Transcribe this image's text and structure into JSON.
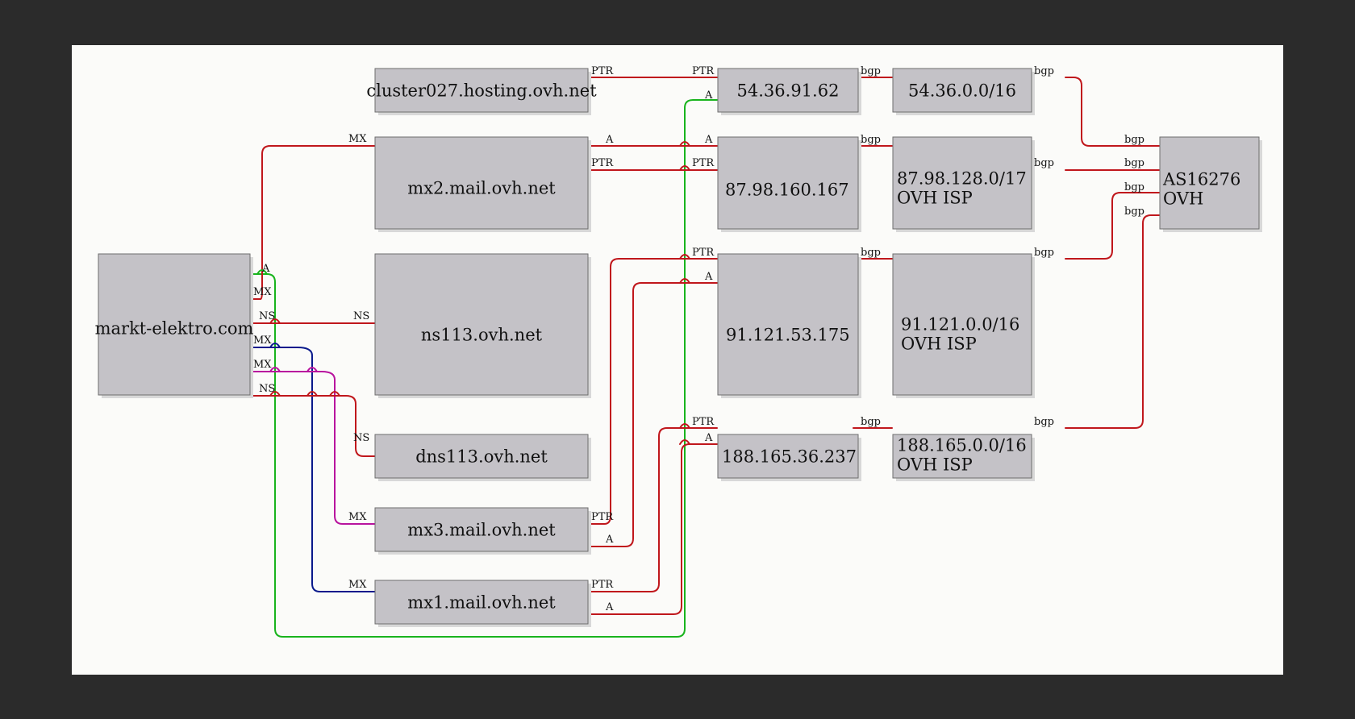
{
  "colors": {
    "background": "#2b2b2b",
    "canvas": "#fbfbf9",
    "node_fill": "#c4c2c7",
    "edge_red": "#c0171c",
    "edge_green": "#19b41d",
    "edge_blue": "#0a1a8c",
    "edge_magenta": "#b8139e"
  },
  "nodes": {
    "domain": "markt-elektro.com",
    "cluster": "cluster027.hosting.ovh.net",
    "mx2": "mx2.mail.ovh.net",
    "ns113": "ns113.ovh.net",
    "dns113": "dns113.ovh.net",
    "mx3": "mx3.mail.ovh.net",
    "mx1": "mx1.mail.ovh.net",
    "ip1": "54.36.91.62",
    "ip2": "87.98.160.167",
    "ip3": "91.121.53.175",
    "ip4": "188.165.36.237",
    "net1": "54.36.0.0/16",
    "net2_line1": "87.98.128.0/17",
    "net2_line2": "OVH ISP",
    "net3_line1": "91.121.0.0/16",
    "net3_line2": "OVH ISP",
    "net4_line1": "188.165.0.0/16",
    "net4_line2": "OVH ISP",
    "as_line1": "AS16276",
    "as_line2": "OVH"
  },
  "labels": {
    "mx": "MX",
    "ns": "NS",
    "a": "A",
    "ptr": "PTR",
    "bgp": "bgp"
  }
}
